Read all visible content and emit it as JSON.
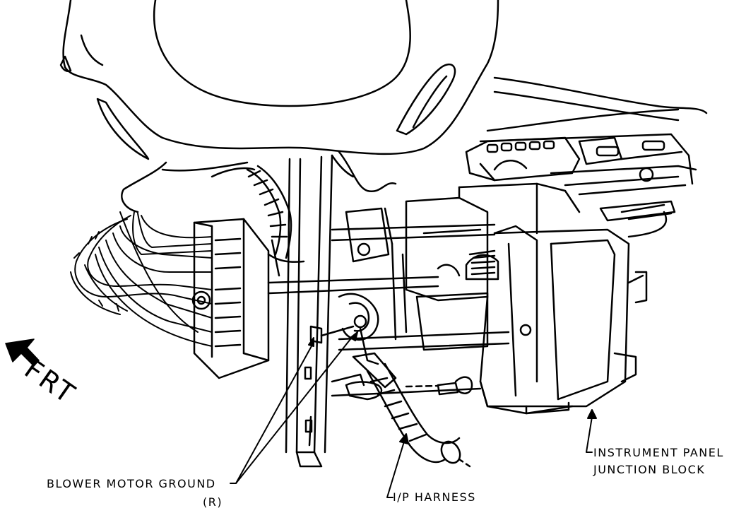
{
  "labels": {
    "blower_motor_ground": "BLOWER MOTOR GROUND",
    "blower_motor_ground_code": "(R)",
    "ip_harness": "I/P HARNESS",
    "ip_junction_block_line1": "INSTRUMENT PANEL",
    "ip_junction_block_line2": "JUNCTION BLOCK",
    "front": "FRT"
  },
  "colors": {
    "ink": "#000000",
    "paper": "#ffffff"
  }
}
